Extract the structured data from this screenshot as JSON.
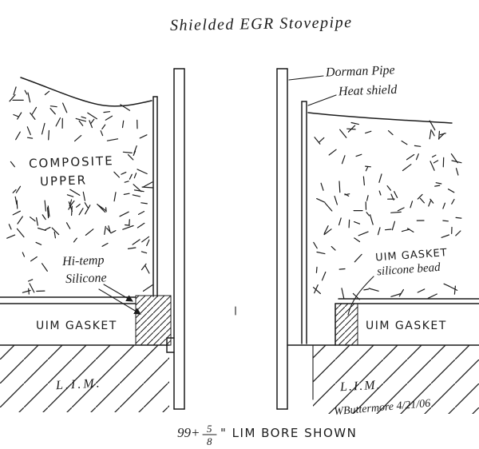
{
  "title": "Shielded EGR Stovepipe",
  "left_view": {
    "composite_line1": "COMPOSITE",
    "composite_line2": "UPPER",
    "hitemp_line1": "Hi-temp",
    "hitemp_line2": "Silicone",
    "uim_gasket": "UIM GASKET",
    "lim": "L.I.M."
  },
  "right_view": {
    "dorman_pipe": "Dorman Pipe",
    "heat_shield": "Heat shield",
    "bead_line1": "UIM GASKET",
    "bead_line2": "silicone bead",
    "uim_gasket": "UIM GASKET",
    "lim": "L.I.M.",
    "signature": "WButtermore 4/21/06"
  },
  "caption": {
    "prefix": "99+",
    "frac_num": "5",
    "frac_den": "8",
    "suffix": "\" LIM BORE SHOWN"
  },
  "colors": {
    "ink": "#1c1c1c",
    "paper": "#ffffff"
  }
}
